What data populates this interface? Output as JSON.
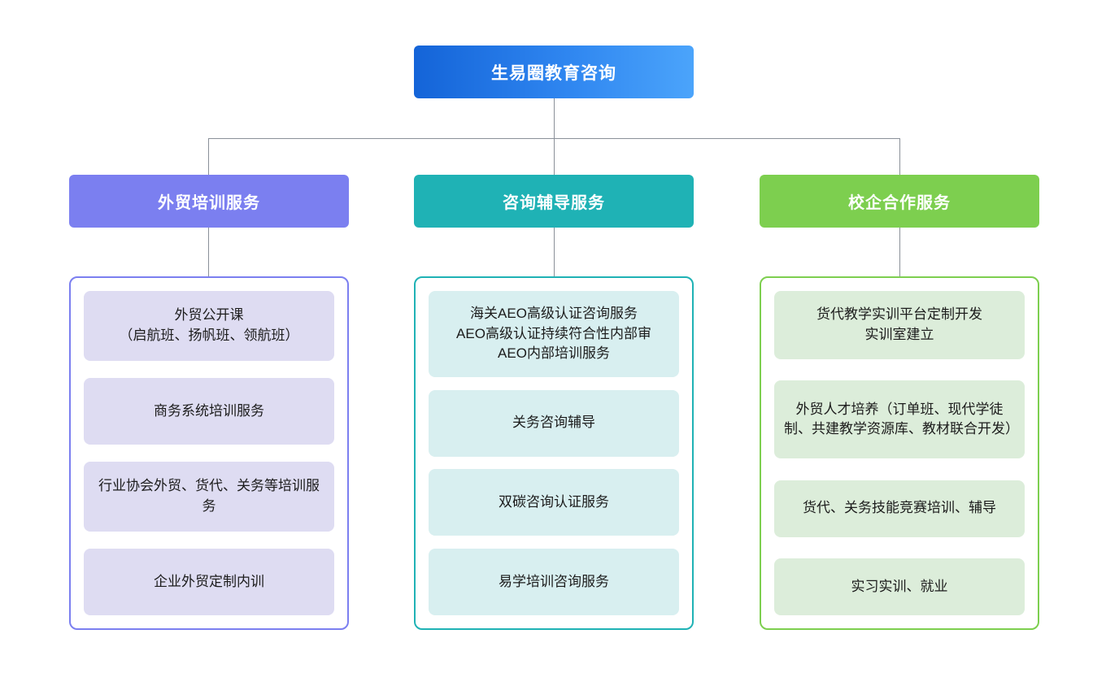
{
  "diagram": {
    "type": "organization-chart",
    "root": {
      "label": "生易圈教育咨询",
      "color": "#1464d8",
      "gradient_to": "#4ba4fb"
    },
    "branches": [
      {
        "label": "外贸培训服务",
        "color": "#7b7ff0",
        "item_fill": "#dedcf2",
        "items": [
          {
            "label": "外贸公开课\n（启航班、扬帆班、领航班）",
            "lines": 2
          },
          {
            "label": "商务系统培训服务",
            "lines": 1
          },
          {
            "label": "行业协会外贸、货代、关务等培训服务",
            "lines": 2
          },
          {
            "label": "企业外贸定制内训",
            "lines": 1
          }
        ]
      },
      {
        "label": "咨询辅导服务",
        "color": "#1fb2b5",
        "item_fill": "#d8eff0",
        "items": [
          {
            "label": "海关AEO高级认证咨询服务\nAEO高级认证持续符合性内部审\nAEO内部培训服务",
            "lines": 3
          },
          {
            "label": "关务咨询辅导",
            "lines": 1
          },
          {
            "label": "双碳咨询认证服务",
            "lines": 1
          },
          {
            "label": "易学培训咨询服务",
            "lines": 1
          }
        ]
      },
      {
        "label": "校企合作服务",
        "color": "#7dcf4f",
        "item_fill": "#dcedda",
        "items": [
          {
            "label": "货代教学实训平台定制开发\n实训室建立",
            "lines": 2
          },
          {
            "label": "外贸人才培养（订单班、现代学徒制、共建教学资源库、教材联合开发）",
            "lines": 3
          },
          {
            "label": "货代、关务技能竞赛培训、辅导",
            "lines": 1
          },
          {
            "label": "实习实训、就业",
            "lines": 1
          }
        ]
      }
    ],
    "connector_color": "#8a9099"
  }
}
